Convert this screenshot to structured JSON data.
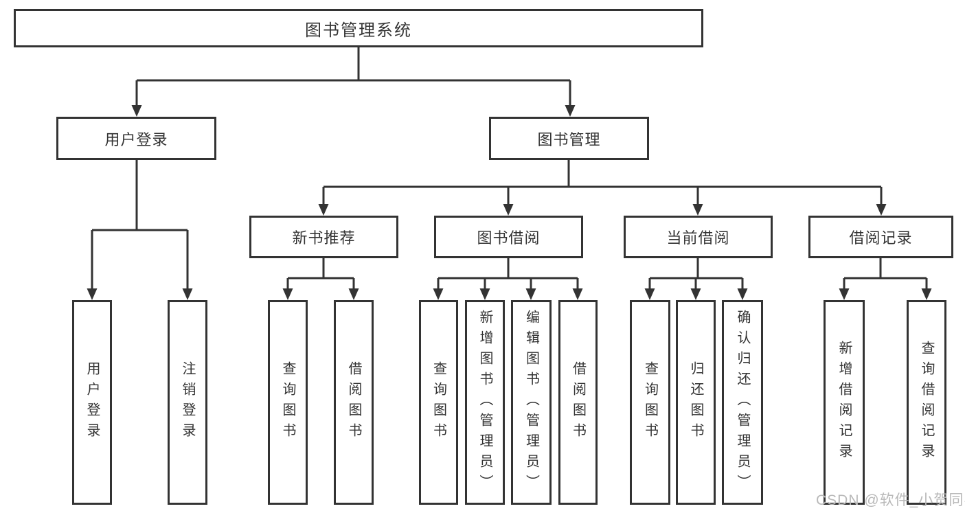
{
  "diagram": {
    "root": {
      "label": "图书管理系统"
    },
    "level2": [
      {
        "id": "user-login",
        "label": "用户登录"
      },
      {
        "id": "book-management",
        "label": "图书管理"
      }
    ],
    "level3": [
      {
        "id": "new-book-recommend",
        "label": "新书推荐"
      },
      {
        "id": "book-borrowing",
        "label": "图书借阅"
      },
      {
        "id": "current-borrowing",
        "label": "当前借阅"
      },
      {
        "id": "borrowing-records",
        "label": "借阅记录"
      }
    ],
    "leaves": [
      {
        "id": "user-login-leaf",
        "label": "用户登录"
      },
      {
        "id": "logout",
        "label": "注销登录"
      },
      {
        "id": "query-books-1",
        "label": "查询图书"
      },
      {
        "id": "borrow-books-1",
        "label": "借阅图书"
      },
      {
        "id": "query-books-2",
        "label": "查询图书"
      },
      {
        "id": "add-books-admin",
        "label": "新增图书（管理员）"
      },
      {
        "id": "edit-books-admin",
        "label": "编辑图书（管理员）"
      },
      {
        "id": "borrow-books-2",
        "label": "借阅图书"
      },
      {
        "id": "query-books-3",
        "label": "查询图书"
      },
      {
        "id": "return-books",
        "label": "归还图书"
      },
      {
        "id": "confirm-return-admin",
        "label": "确认归还（管理员）"
      },
      {
        "id": "add-borrow-record",
        "label": "新增借阅记录"
      },
      {
        "id": "query-borrow-record",
        "label": "查询借阅记录"
      }
    ]
  },
  "watermark": {
    "text": "CSDN @软件_小贺同学"
  },
  "colors": {
    "line": "#333333",
    "text": "#333333",
    "box_background": "#ffffff",
    "watermark": "#b9b9b9",
    "background": "#ffffff"
  }
}
